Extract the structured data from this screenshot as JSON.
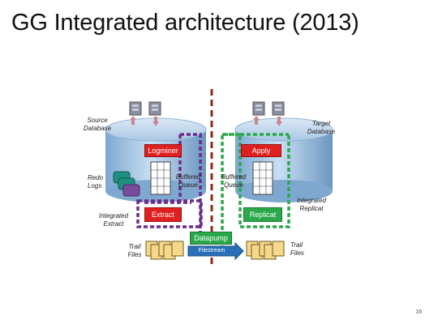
{
  "slide": {
    "title": "GG Integrated architecture (2013)",
    "page_number": "16"
  },
  "labels": {
    "source_database": "Source\nDatabase",
    "target_database": "Target\nDatabase",
    "redo_logs": "Redo\nLogs",
    "integrated_extract": "Integrated\nExtract",
    "trail_files_left": "Trail\nFiles",
    "trail_files_right": "Trail\nFiles",
    "buffered_queue_left": "Buffered\nQueue",
    "buffered_queue_right": "Buffered\nQueue",
    "integrated_replicat": "Integrated\nReplicat"
  },
  "boxes": {
    "logminer": "Logminer",
    "apply": "Apply",
    "extract": "Extract",
    "replicat": "Replicat",
    "datapump": "Datapump",
    "filestream": "Filestream"
  },
  "colors": {
    "database_fill": "#a8c8e8",
    "process_red": "#e02020",
    "process_green": "#2ba84a",
    "purple_border": "#6a2d8a",
    "green_border": "#2ba84a",
    "divider": "#8b2a14",
    "filestream_arrow": "#2a70b8"
  }
}
